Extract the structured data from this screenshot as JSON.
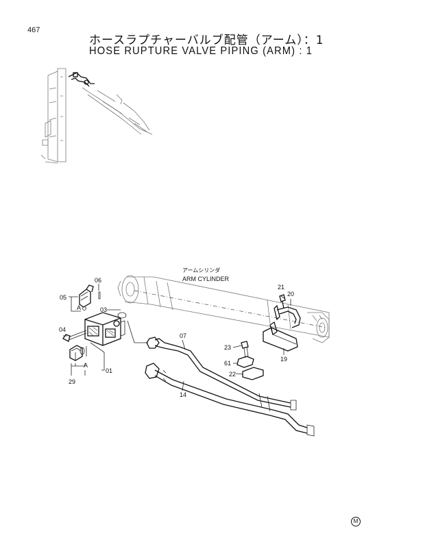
{
  "page_number": "467",
  "title_jp": "ホースラプチャーバルブ配管（アーム）：1",
  "title_en": "HOSE RUPTURE VALVE PIPING (ARM) : 1",
  "callouts": {
    "arm_cylinder_jp": "アームシリンダ",
    "arm_cylinder_en": "ARM CYLINDER",
    "p01": "01",
    "p03": "03",
    "p04": "04",
    "p05": "05",
    "p06": "06",
    "p07": "07",
    "p14": "14",
    "p19": "19",
    "p20": "20",
    "p21": "21",
    "p22": "22",
    "p23": "23",
    "p29": "29",
    "p61": "61",
    "ref_a_top": "A",
    "ref_a_bottom": "A"
  },
  "corner_mark": "M"
}
